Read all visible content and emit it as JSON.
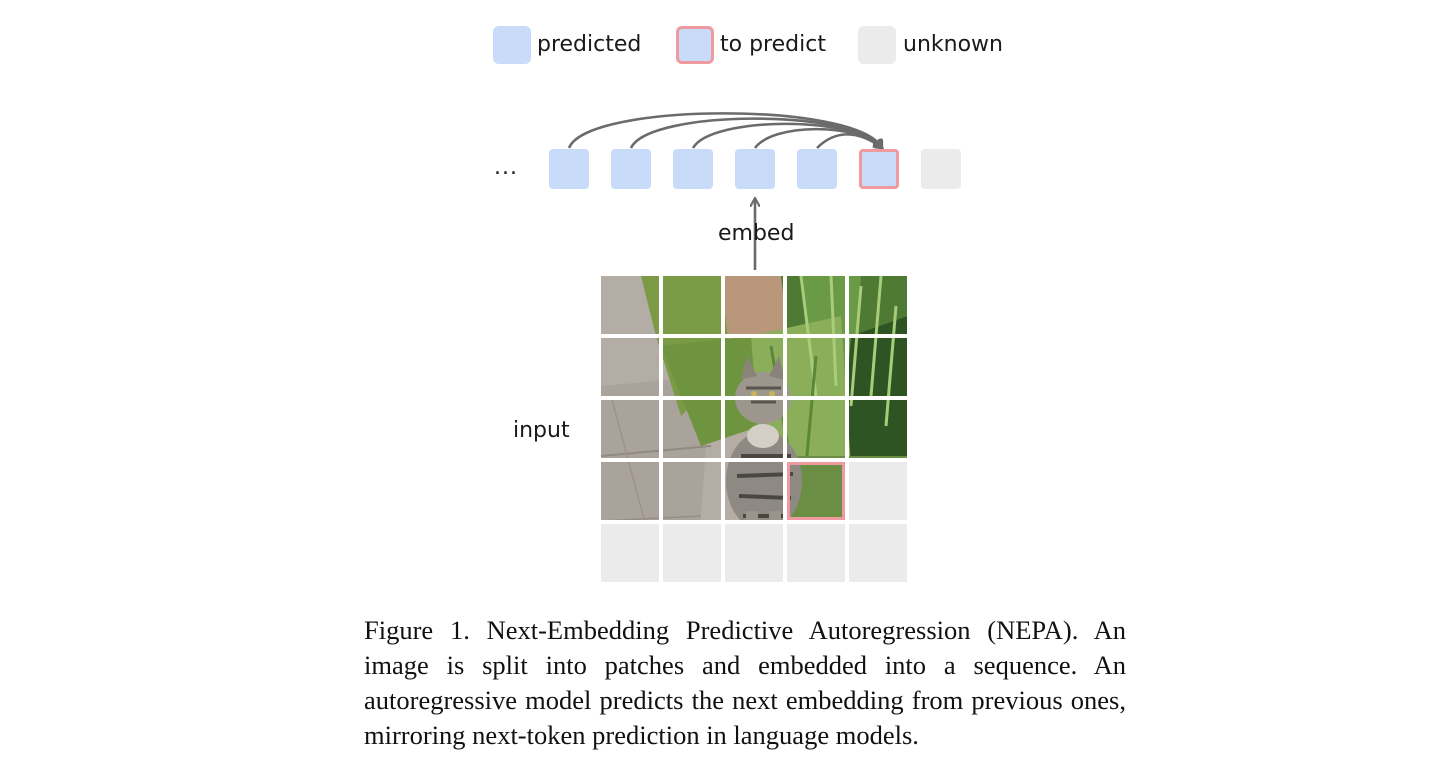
{
  "figure": {
    "legend": [
      {
        "label": "predicted",
        "fill": "#c8dcfa",
        "border": "#c8dcfa"
      },
      {
        "label": "to predict",
        "fill": "#c8dcfa",
        "border": "#ee9a9f"
      },
      {
        "label": "unknown",
        "fill": "#ebebeb",
        "border": "#ebebeb"
      }
    ],
    "sequence": {
      "ellipsis": "...",
      "tokens": [
        "predicted",
        "predicted",
        "predicted",
        "predicted",
        "predicted",
        "to predict",
        "unknown"
      ]
    },
    "embed_label": "embed",
    "input_label": "input",
    "colors": {
      "predicted": "#c8dcfa",
      "to_predict_border": "#ee9a9f",
      "unknown": "#ebebeb",
      "arrow": "#6b6b6b"
    },
    "grid": {
      "rows": 5,
      "cols": 5,
      "cells": [
        [
          "image",
          "image",
          "image",
          "image",
          "image"
        ],
        [
          "image",
          "image",
          "image",
          "image",
          "image"
        ],
        [
          "image",
          "image",
          "image",
          "image",
          "image"
        ],
        [
          "image",
          "image",
          "image",
          "to predict",
          "unknown"
        ],
        [
          "unknown",
          "unknown",
          "unknown",
          "unknown",
          "unknown"
        ]
      ]
    }
  },
  "caption": {
    "label": "Figure 1.",
    "text": "Next-Embedding Predictive Autoregression (NEPA). An image is split into patches and embedded into a sequence.  An autoregressive model predicts the next embedding from previous ones, mirroring next-token prediction in language models."
  }
}
